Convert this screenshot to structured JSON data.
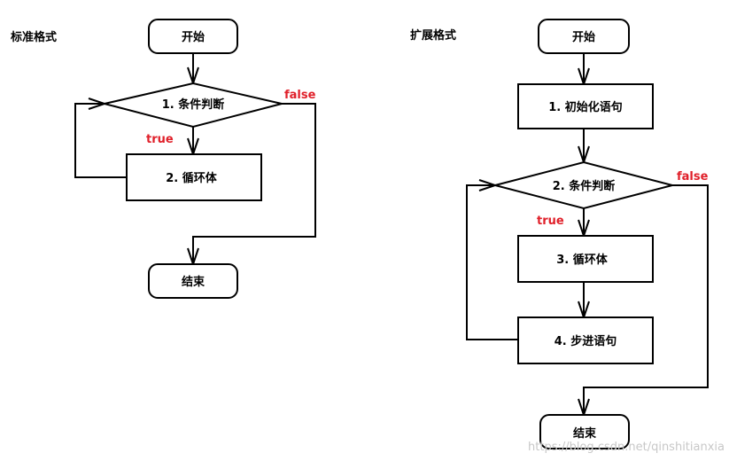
{
  "colors": {
    "stroke": "#000000",
    "branch_label": "#e0202a",
    "watermark": "#c8c8c8"
  },
  "left": {
    "title": "标准格式",
    "start": "开始",
    "condition": "1. 条件判断",
    "body": "2. 循环体",
    "end": "结束",
    "true_label": "true",
    "false_label": "false"
  },
  "right": {
    "title": "扩展格式",
    "start": "开始",
    "init": "1. 初始化语句",
    "condition": "2. 条件判断",
    "body": "3. 循环体",
    "step": "4. 步进语句",
    "end": "结束",
    "true_label": "true",
    "false_label": "false"
  },
  "watermark": "https://blog.csdn.net/qinshitianxia"
}
